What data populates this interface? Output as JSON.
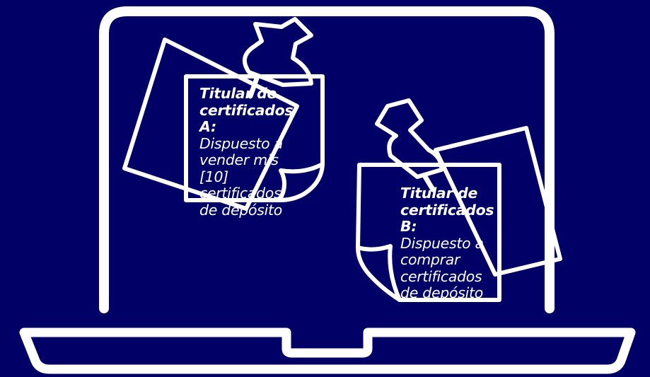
{
  "background_color": "#000066",
  "line_color": "#ffffff",
  "icons": [
    "laptop-icon",
    "pushpin-icon",
    "sticky-note-icon"
  ],
  "note_a": {
    "title": "Titular de certificados A:",
    "body": "Dispuesto a vender mis [10] certificados de depósito"
  },
  "note_b": {
    "title": "Titular de certificados B:",
    "body": "Dispuesto a comprar certificados de depósito"
  }
}
